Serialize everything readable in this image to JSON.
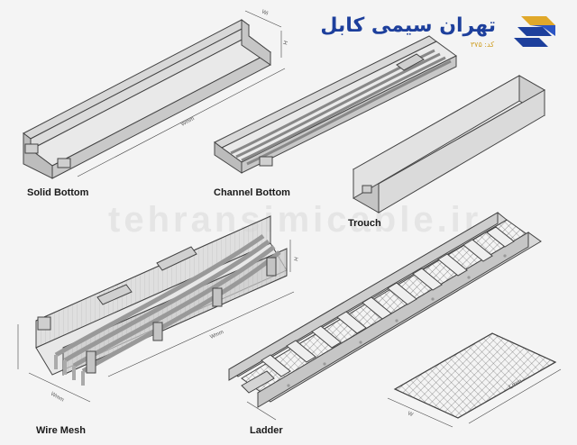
{
  "brand": {
    "name_fa": "تهران سیمی کابل",
    "name_sub": "کد: ۳۷۵",
    "watermark": "tehransimicable.ir"
  },
  "labels": {
    "solid_bottom": "Solid Bottom",
    "channel_bottom": "Channel Bottom",
    "trouch": "Trouch",
    "wire_mesh": "Wire Mesh",
    "ladder": "Ladder"
  },
  "dimensions": {
    "solid_w": "Wi",
    "solid_h": "H",
    "solid_len": "Wmm",
    "wire_h": "H",
    "wire_len": "Wmm",
    "wire_w": "Wmm",
    "mesh_len": "Lmm",
    "mesh_w": "W"
  },
  "colors": {
    "line": "#444444",
    "face_light": "#e6e6e6",
    "face_mid": "#d2d2d2",
    "face_dark": "#bcbcbc",
    "brand_blue": "#1d3f9c",
    "brand_gold": "#e0a82a"
  }
}
